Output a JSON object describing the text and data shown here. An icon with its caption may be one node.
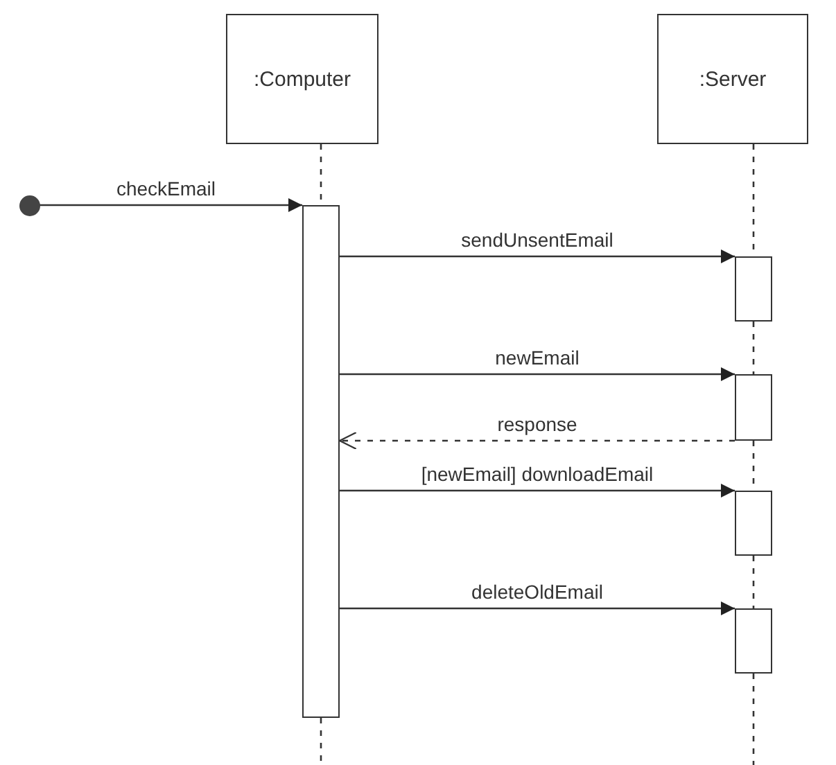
{
  "diagram": {
    "nodes": [
      {
        "text": [
          ":Computer"
        ]
      },
      {
        "text": [
          ":Server"
        ]
      },
      {
        "text": [],
        "shape": "circle"
      },
      {
        "text": [],
        "shape": "bar"
      },
      {
        "text": [],
        "shape": "bar"
      },
      {
        "text": [],
        "shape": "bar"
      },
      {
        "text": [],
        "shape": "bar"
      },
      {
        "text": [],
        "shape": "bar"
      }
    ],
    "edges": [
      {
        "from": 0,
        "to": 3,
        "arrow": "none",
        "style": "dashed"
      },
      {
        "from": 1,
        "to": 4,
        "arrow": "none",
        "style": "dashed"
      },
      {
        "from": 4,
        "to": 5,
        "arrow": "none",
        "style": "dashed"
      },
      {
        "from": 5,
        "to": 6,
        "arrow": "none",
        "style": "dashed"
      },
      {
        "from": 6,
        "to": 7,
        "arrow": "none",
        "style": "dashed"
      },
      {
        "from": 2,
        "to": 3,
        "arrow": "to",
        "label": "checkEmail"
      },
      {
        "from": 3,
        "to": 4,
        "arrow": "to",
        "label": "sendUnsentEmail"
      },
      {
        "from": 3,
        "to": 5,
        "arrow": "to",
        "label": "newEmail"
      },
      {
        "from": 5,
        "to": 3,
        "arrow": "to",
        "label": "response",
        "style": "dashed"
      },
      {
        "from": 3,
        "to": 6,
        "arrow": "to",
        "label": "[newEmail] downloadEmail"
      },
      {
        "from": 3,
        "to": 7,
        "arrow": "to",
        "label": "deleteOldEmail"
      }
    ]
  }
}
